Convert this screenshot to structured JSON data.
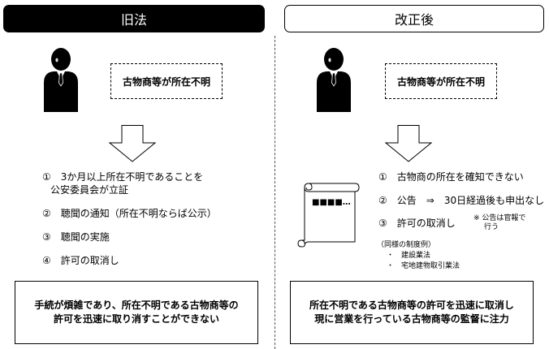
{
  "headers": {
    "old": "旧法",
    "new": "改正後"
  },
  "old": {
    "status": "古物商等が所在不明",
    "steps": [
      "①　3か月以上所在不明であることを",
      "公安委員会が立証",
      "②　聴聞の通知（所在不明ならば公示）",
      "③　聴聞の実施",
      "④　許可の取消し"
    ],
    "conclusion": [
      "手続が煩雑であり、所在不明である古物商等の",
      "許可を迅速に取り消すことができない"
    ]
  },
  "new": {
    "status": "古物商等が所在不明",
    "scroll_text": "■■■■…",
    "steps": [
      "①　古物商の所在を確知できない",
      "②　公告　⇒　30日経過後も申出なし",
      "③　許可の取消し"
    ],
    "note": [
      "※ 公告は官報で",
      "行う"
    ],
    "related": {
      "title": "（同様の制度例）",
      "items": [
        "・　建設業法",
        "・　宅地建物取引業法"
      ]
    },
    "conclusion": [
      "所在不明である古物商等の許可を迅速に取消し",
      "現に営業を行っている古物商等の監督に注力"
    ]
  },
  "colors": {
    "ink": "#000000",
    "paper": "#ffffff",
    "face_highlight": "#dddddd"
  },
  "icons": [
    "person-icon",
    "down-arrow-icon",
    "scroll-icon"
  ]
}
